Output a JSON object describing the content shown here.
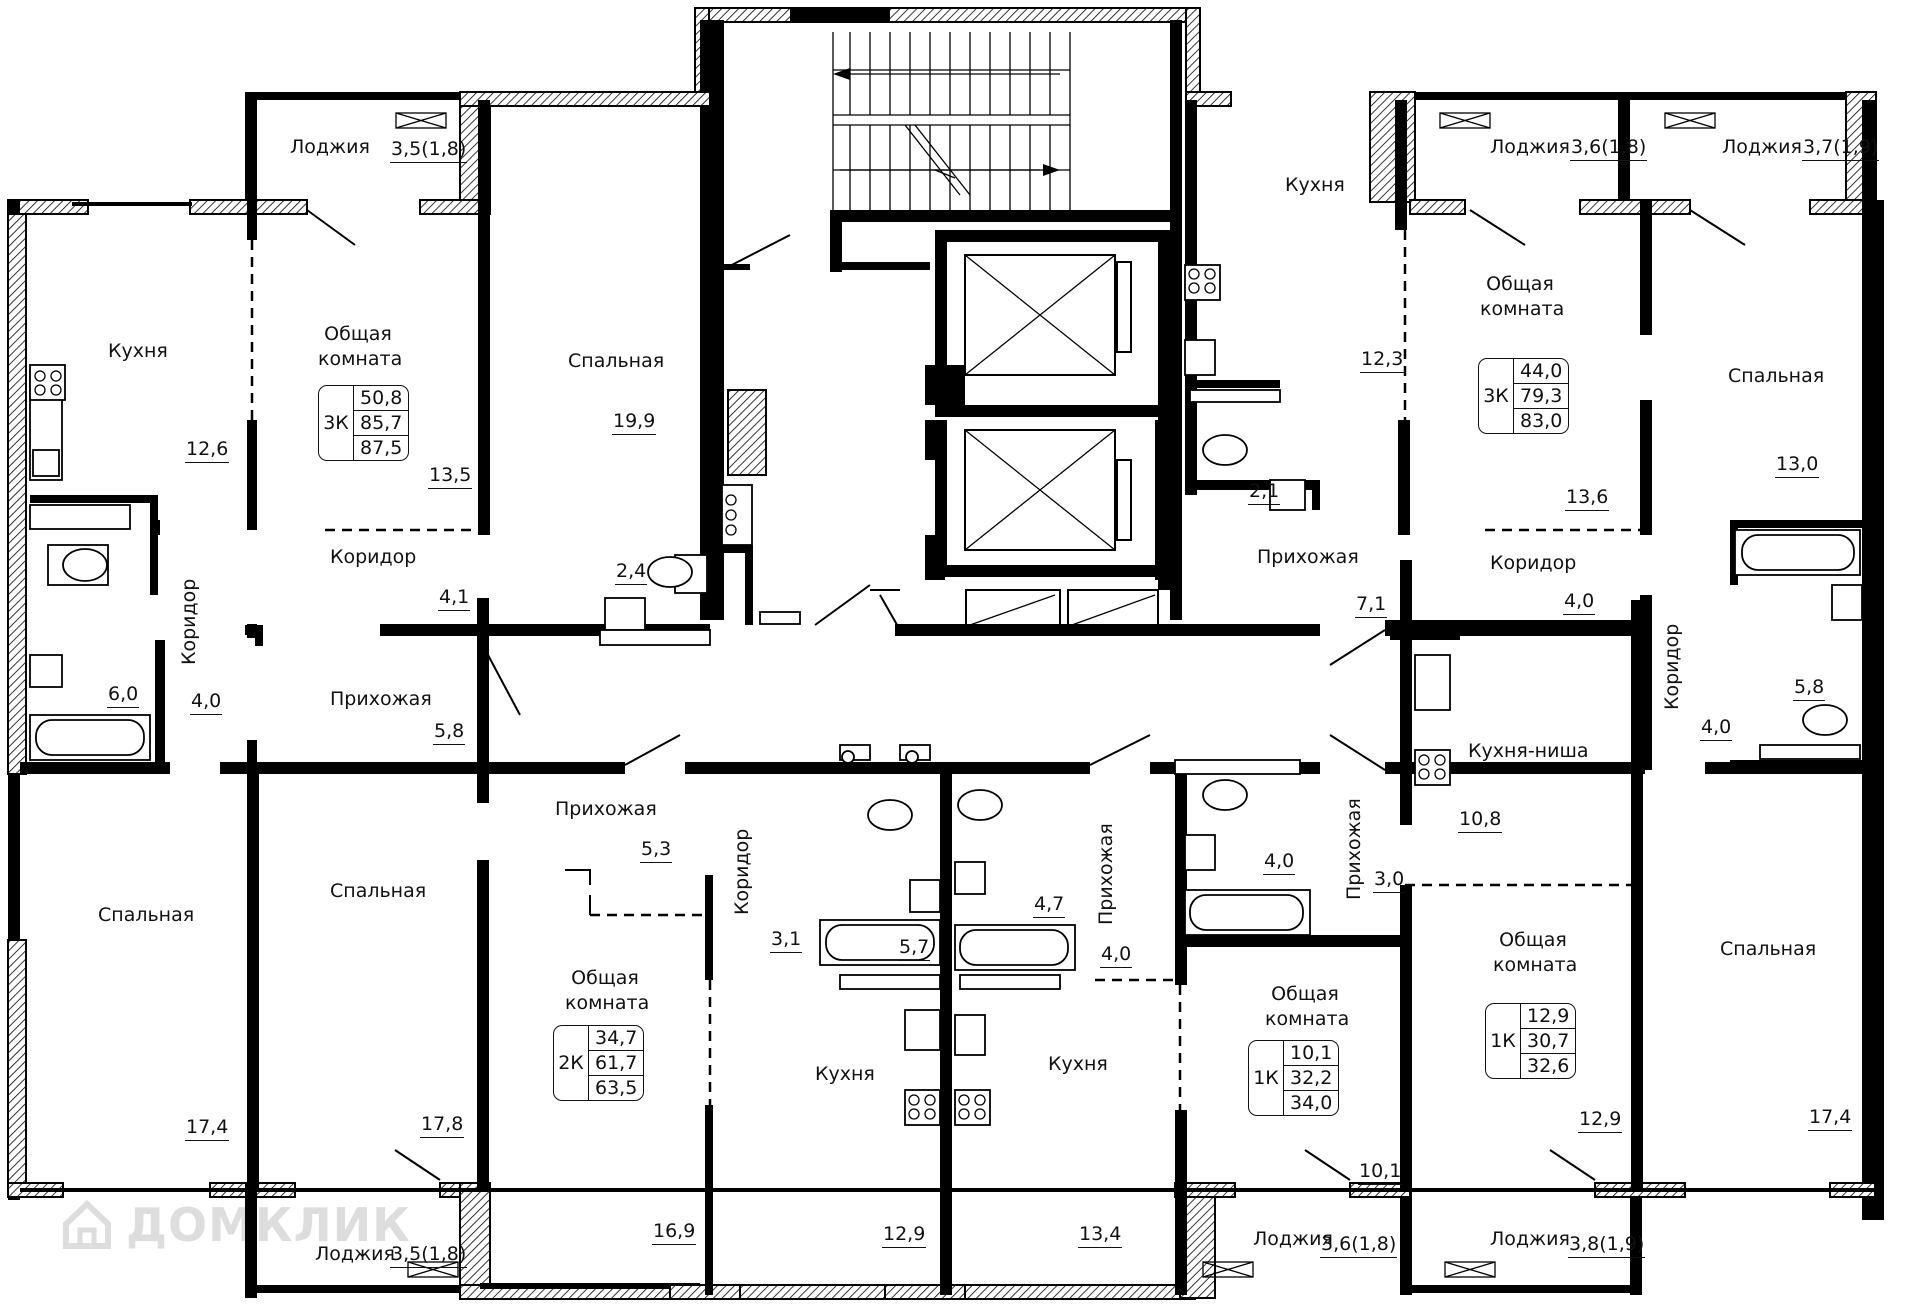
{
  "plan": {
    "rooms": [
      {
        "id": "r1",
        "name": "Лоджия",
        "area": "3,5(1,8)"
      },
      {
        "id": "r2",
        "name": "Кухня",
        "area": "12,6"
      },
      {
        "id": "r3",
        "name": "Общая комната",
        "area": "13,5"
      },
      {
        "id": "r4",
        "name": "Спальная",
        "area": "19,9"
      },
      {
        "id": "r5",
        "name": "Коридор",
        "area": "4,1"
      },
      {
        "id": "r6",
        "name": "Коридор",
        "area": "4,0"
      },
      {
        "id": "r7",
        "name": "Прихожая",
        "area": "5,8"
      },
      {
        "id": "r8",
        "name": "Спальная",
        "area": "17,4"
      },
      {
        "id": "r9",
        "name": "Спальная",
        "area": "17,8"
      },
      {
        "id": "r10",
        "name": "Лоджия",
        "area": "3,5(1,8)"
      },
      {
        "id": "r11",
        "name": "Прихожая",
        "area": "5,3"
      },
      {
        "id": "r12",
        "name": "Общая комната",
        "area": "16,9"
      },
      {
        "id": "r13",
        "name": "Коридор",
        "area": "3,1"
      },
      {
        "id": "r14",
        "name": "Кухня",
        "area": "12,9"
      },
      {
        "id": "r15",
        "name": "Кухня",
        "area": "13,4"
      },
      {
        "id": "r16",
        "name": "Прихожая",
        "area": "4,0"
      },
      {
        "id": "r17",
        "name": "Общая комната",
        "area": "10,1"
      },
      {
        "id": "r18",
        "name": "Лоджия",
        "area": "3,6(1,8)"
      },
      {
        "id": "r19",
        "name": "Кухня",
        "area": "12,3"
      },
      {
        "id": "r20",
        "name": "Прихожая",
        "area": "7,1"
      },
      {
        "id": "r21",
        "name": "Лоджия",
        "area": "3,6(1,8)"
      },
      {
        "id": "r22",
        "name": "Общая комната",
        "area": "13,6"
      },
      {
        "id": "r23",
        "name": "Коридор",
        "area": "4,0"
      },
      {
        "id": "r24",
        "name": "Лоджия",
        "area": "3,7(1,9)"
      },
      {
        "id": "r25",
        "name": "Спальная",
        "area": "13,0"
      },
      {
        "id": "r26",
        "name": "Коридор",
        "area": "4,0"
      },
      {
        "id": "r27",
        "name": "Кухня-ниша",
        "area": "10,8"
      },
      {
        "id": "r28",
        "name": "Прихожая",
        "area": "3,0"
      },
      {
        "id": "r29",
        "name": "Общая комната",
        "area": "12,9"
      },
      {
        "id": "r30",
        "name": "Спальная",
        "area": "17,4"
      },
      {
        "id": "r31",
        "name": "Лоджия",
        "area": "3,8(1,9)"
      }
    ],
    "bathrooms": [
      {
        "id": "b1",
        "area": "6,0"
      },
      {
        "id": "b2",
        "area": "2,4"
      },
      {
        "id": "b3",
        "area": "4,7"
      },
      {
        "id": "b4",
        "area": "5,7"
      },
      {
        "id": "b5",
        "area": "4,0"
      },
      {
        "id": "b6",
        "area": "2,1"
      },
      {
        "id": "b7",
        "area": "5,8"
      }
    ],
    "apartments": [
      {
        "id": "a1",
        "type": "3К",
        "living": "50,8",
        "total": "85,7",
        "total_balcony": "87,5"
      },
      {
        "id": "a2",
        "type": "2К",
        "living": "34,7",
        "total": "61,7",
        "total_balcony": "63,5"
      },
      {
        "id": "a3",
        "type": "1К",
        "living": "10,1",
        "total": "32,2",
        "total_balcony": "34,0"
      },
      {
        "id": "a4",
        "type": "3К",
        "living": "44,0",
        "total": "79,3",
        "total_balcony": "83,0"
      },
      {
        "id": "a5",
        "type": "1К",
        "living": "12,9",
        "total": "30,7",
        "total_balcony": "32,6"
      }
    ],
    "watermark": "ДОМКЛИК",
    "colors": {
      "wall": "#000000",
      "background": "#ffffff",
      "watermark": "#000000"
    }
  }
}
